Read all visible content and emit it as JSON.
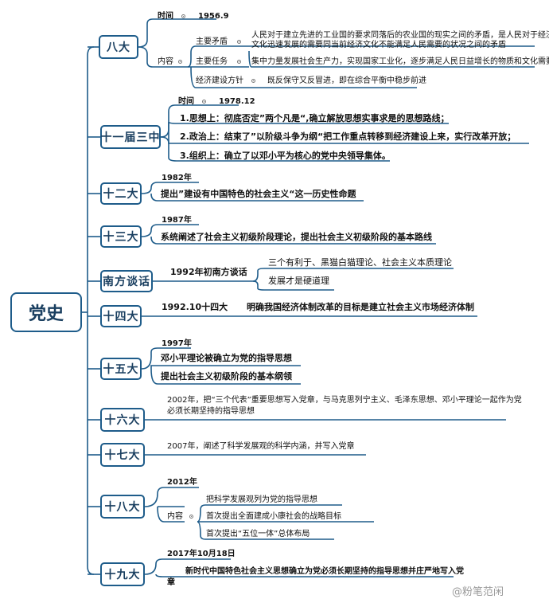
{
  "root": "党史",
  "branches": {
    "b1": {
      "label": "八大",
      "time_label": "时间",
      "time": "1956.9",
      "content_label": "内容",
      "items": [
        {
          "label": "主要矛盾",
          "text1": "人民对于建立先进的工业国的要求同落后的农业国的现实之间的矛盾，是人民对于经济",
          "text2": "文化迅速发展的需要同当前经济文化不能满足人民需要的状况之间的矛盾"
        },
        {
          "label": "主要任务",
          "text1": "集中力量发展社会生产力，实现国家工业化，逐步满足人民日益增长的物质和文化需要"
        },
        {
          "label": "经济建设方针",
          "text1": "既反保守又反冒进，即在综合平衡中稳步前进"
        }
      ]
    },
    "b2": {
      "label": "十一届三中",
      "time_label": "时间",
      "time": "1978.12",
      "items": [
        "1.思想上：彻底否定”两个凡是“,确立解放思想实事求是的思想路线；",
        "2.政治上：结束了”以阶级斗争为纲“把工作重点转移到经济建设上来，实行改革开放；",
        "3.组织上：确立了以邓小平为核心的党中央领导集体。"
      ]
    },
    "b3": {
      "label": "十二大",
      "year": "1982年",
      "text": "提出”建设有中国特色的社会主义“这一历史性命题"
    },
    "b4": {
      "label": "十三大",
      "year": "1987年",
      "text": "系统阐述了社会主义初级阶段理论，提出社会主义初级阶段的基本路线"
    },
    "b5": {
      "label": "南方谈话",
      "year": "1992年初南方谈话",
      "items": [
        "三个有利于、黑猫白猫理论、社会主义本质理论",
        "发展才是硬道理"
      ]
    },
    "b6": {
      "label": "十四大",
      "text": "1992.10十四大",
      "text2": "明确我国经济体制改革的目标是建立社会主义市场经济体制"
    },
    "b7": {
      "label": "十五大",
      "year": "1997年",
      "items": [
        "邓小平理论被确立为党的指导思想",
        "提出社会主义初级阶段的基本纲领"
      ]
    },
    "b8": {
      "label": "十六大",
      "text1": "2002年，把“三个代表”重要思想写入党章，与马克思列宁主义、毛泽东思想、邓小平理论一起作为党",
      "text2": "必须长期坚持的指导思想"
    },
    "b9": {
      "label": "十七大",
      "text": "2007年，阐述了科学发展观的科学内涵，并写入党章"
    },
    "b10": {
      "label": "十八大",
      "year": "2012年",
      "content_label": "内容",
      "items": [
        "把科学发展观列为党的指导思想",
        "首次提出全面建成小康社会的战略目标",
        "首次提出“五位一体”总体布局"
      ]
    },
    "b11": {
      "label": "十九大",
      "year": "2017年10月18日",
      "text_a": "新时代中国特色社会主义思想确立为党必须长期坚持的指导思想并庄严地写入党",
      "text_b": "章"
    }
  },
  "watermark": "@粉笔范闲"
}
